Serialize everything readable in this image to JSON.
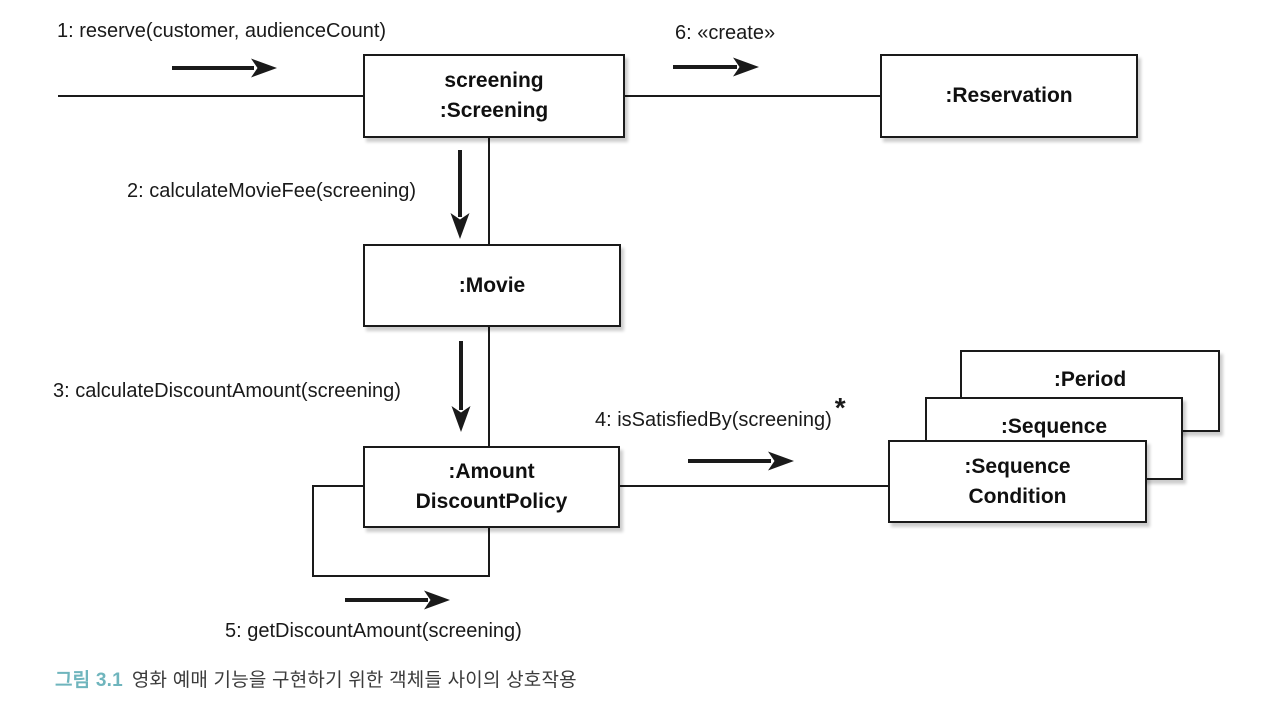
{
  "boxes": {
    "screening": {
      "line1": "screening",
      "line2": ":Screening"
    },
    "reservation": {
      "line1": ":Reservation"
    },
    "movie": {
      "line1": ":Movie"
    },
    "amount_discount_policy": {
      "line1": ":Amount",
      "line2": "DiscountPolicy"
    },
    "period": {
      "line1": ":Period"
    },
    "sequence": {
      "line1": ":Sequence"
    },
    "sequence_condition": {
      "line1": ":Sequence",
      "line2": "Condition"
    }
  },
  "messages": {
    "m1": "1: reserve(customer, audienceCount)",
    "m2": "2: calculateMovieFee(screening)",
    "m3": "3: calculateDiscountAmount(screening)",
    "m4": "4: isSatisfiedBy(screening)",
    "m4_multiplicity": "*",
    "m5": "5: getDiscountAmount(screening)",
    "m6": "6: «create»"
  },
  "caption": {
    "figure_label": "그림 3.1",
    "text": "영화 예매 기능을 구현하기 위한 객체들 사이의 상호작용",
    "label_color": "#6fb5bd"
  },
  "colors": {
    "line": "#1a1a1a",
    "background": "#ffffff"
  }
}
